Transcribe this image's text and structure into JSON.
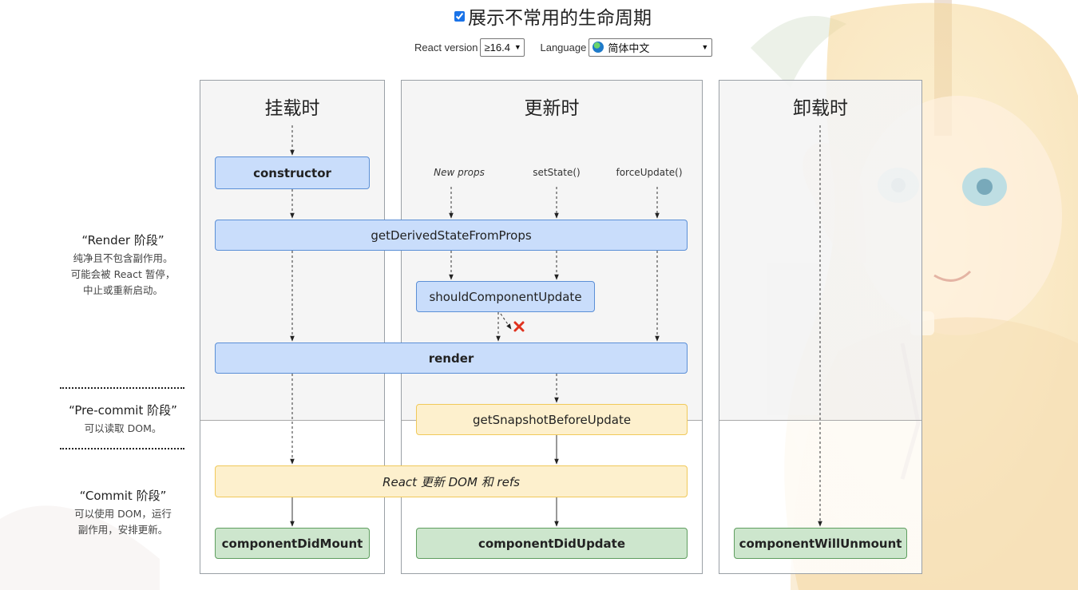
{
  "header": {
    "title": "展示不常用的生命周期",
    "show_uncommon_checked": true
  },
  "controls": {
    "react_version_label": "React version",
    "react_version_value": "≥16.4",
    "language_label": "Language",
    "language_value": "简体中文"
  },
  "columns": {
    "mounting": "挂载时",
    "updating": "更新时",
    "unmounting": "卸载时"
  },
  "triggers": {
    "new_props": "New props",
    "set_state": "setState()",
    "force_update": "forceUpdate()"
  },
  "methods": {
    "constructor": "constructor",
    "get_derived_state": "getDerivedStateFromProps",
    "should_component_update": "shouldComponentUpdate",
    "render": "render",
    "get_snapshot": "getSnapshotBeforeUpdate",
    "react_updates_dom": "React 更新 DOM 和 refs",
    "component_did_mount": "componentDidMount",
    "component_did_update": "componentDidUpdate",
    "component_will_unmount": "componentWillUnmount"
  },
  "phases": {
    "render": {
      "title": "“Render 阶段”",
      "desc": [
        "纯净且不包含副作用。",
        "可能会被 React 暂停，",
        "中止或重新启动。"
      ]
    },
    "precommit": {
      "title": "“Pre-commit 阶段”",
      "desc": [
        "可以读取 DOM。"
      ]
    },
    "commit": {
      "title": "“Commit 阶段”",
      "desc": [
        "可以使用 DOM，运行",
        "副作用，安排更新。"
      ]
    }
  },
  "colors": {
    "blue_fill": "#c9ddfb",
    "blue_border": "#5b8fd6",
    "yellow_fill": "#fdf0cd",
    "yellow_border": "#f0c95a",
    "green_fill": "#cde6cd",
    "green_border": "#5f9e5f",
    "cancel_mark": "#e0321e"
  },
  "icons": {
    "cancel": "x-mark-icon",
    "language": "globe-icon"
  }
}
